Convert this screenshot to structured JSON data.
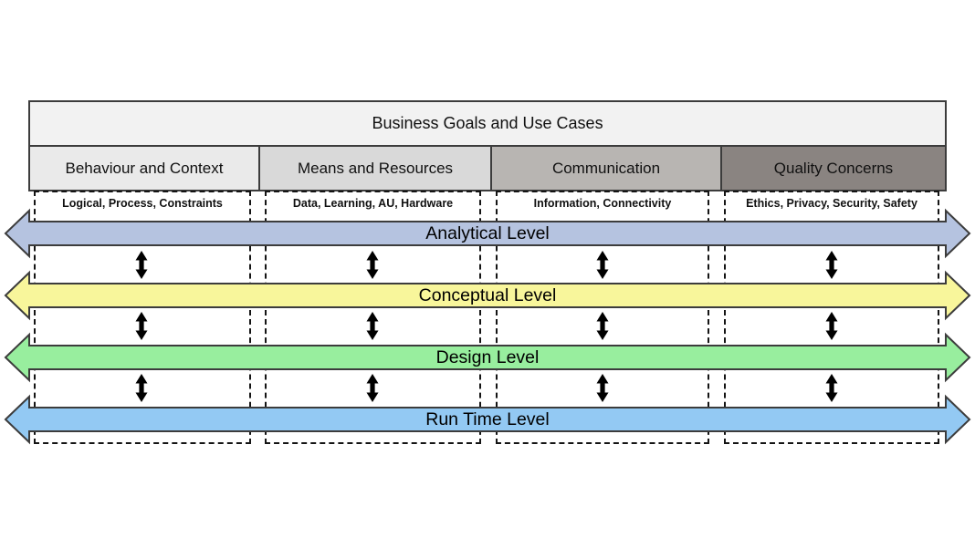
{
  "diagram": {
    "title": "Business Goals and Use Cases",
    "columns": [
      {
        "header": "Behaviour and Context",
        "sublabel": "Logical, Process, Constraints",
        "header_bg": "#eaeaea"
      },
      {
        "header": "Means and Resources",
        "sublabel": "Data, Learning, AU, Hardware",
        "header_bg": "#d9d9d9"
      },
      {
        "header": "Communication",
        "sublabel": "Information, Connectivity",
        "header_bg": "#b8b5b2"
      },
      {
        "header": "Quality Concerns",
        "sublabel": "Ethics, Privacy, Security, Safety",
        "header_bg": "#8a8481"
      }
    ],
    "levels": [
      {
        "label": "Analytical Level",
        "color": "#b5c3e0"
      },
      {
        "label": "Conceptual Level",
        "color": "#f8f69b"
      },
      {
        "label": "Design Level",
        "color": "#98ee9e"
      },
      {
        "label": "Run Time Level",
        "color": "#93c9f3"
      }
    ],
    "icons": {
      "vertical_double_arrow": "↕",
      "horizontal_double_arrow": "↔"
    },
    "colors": {
      "outline": "#3c3c3c",
      "dashed_border": "#141414",
      "title_bg": "#f2f2f2",
      "text": "#111111",
      "arrow_glyph": "#000000"
    }
  }
}
